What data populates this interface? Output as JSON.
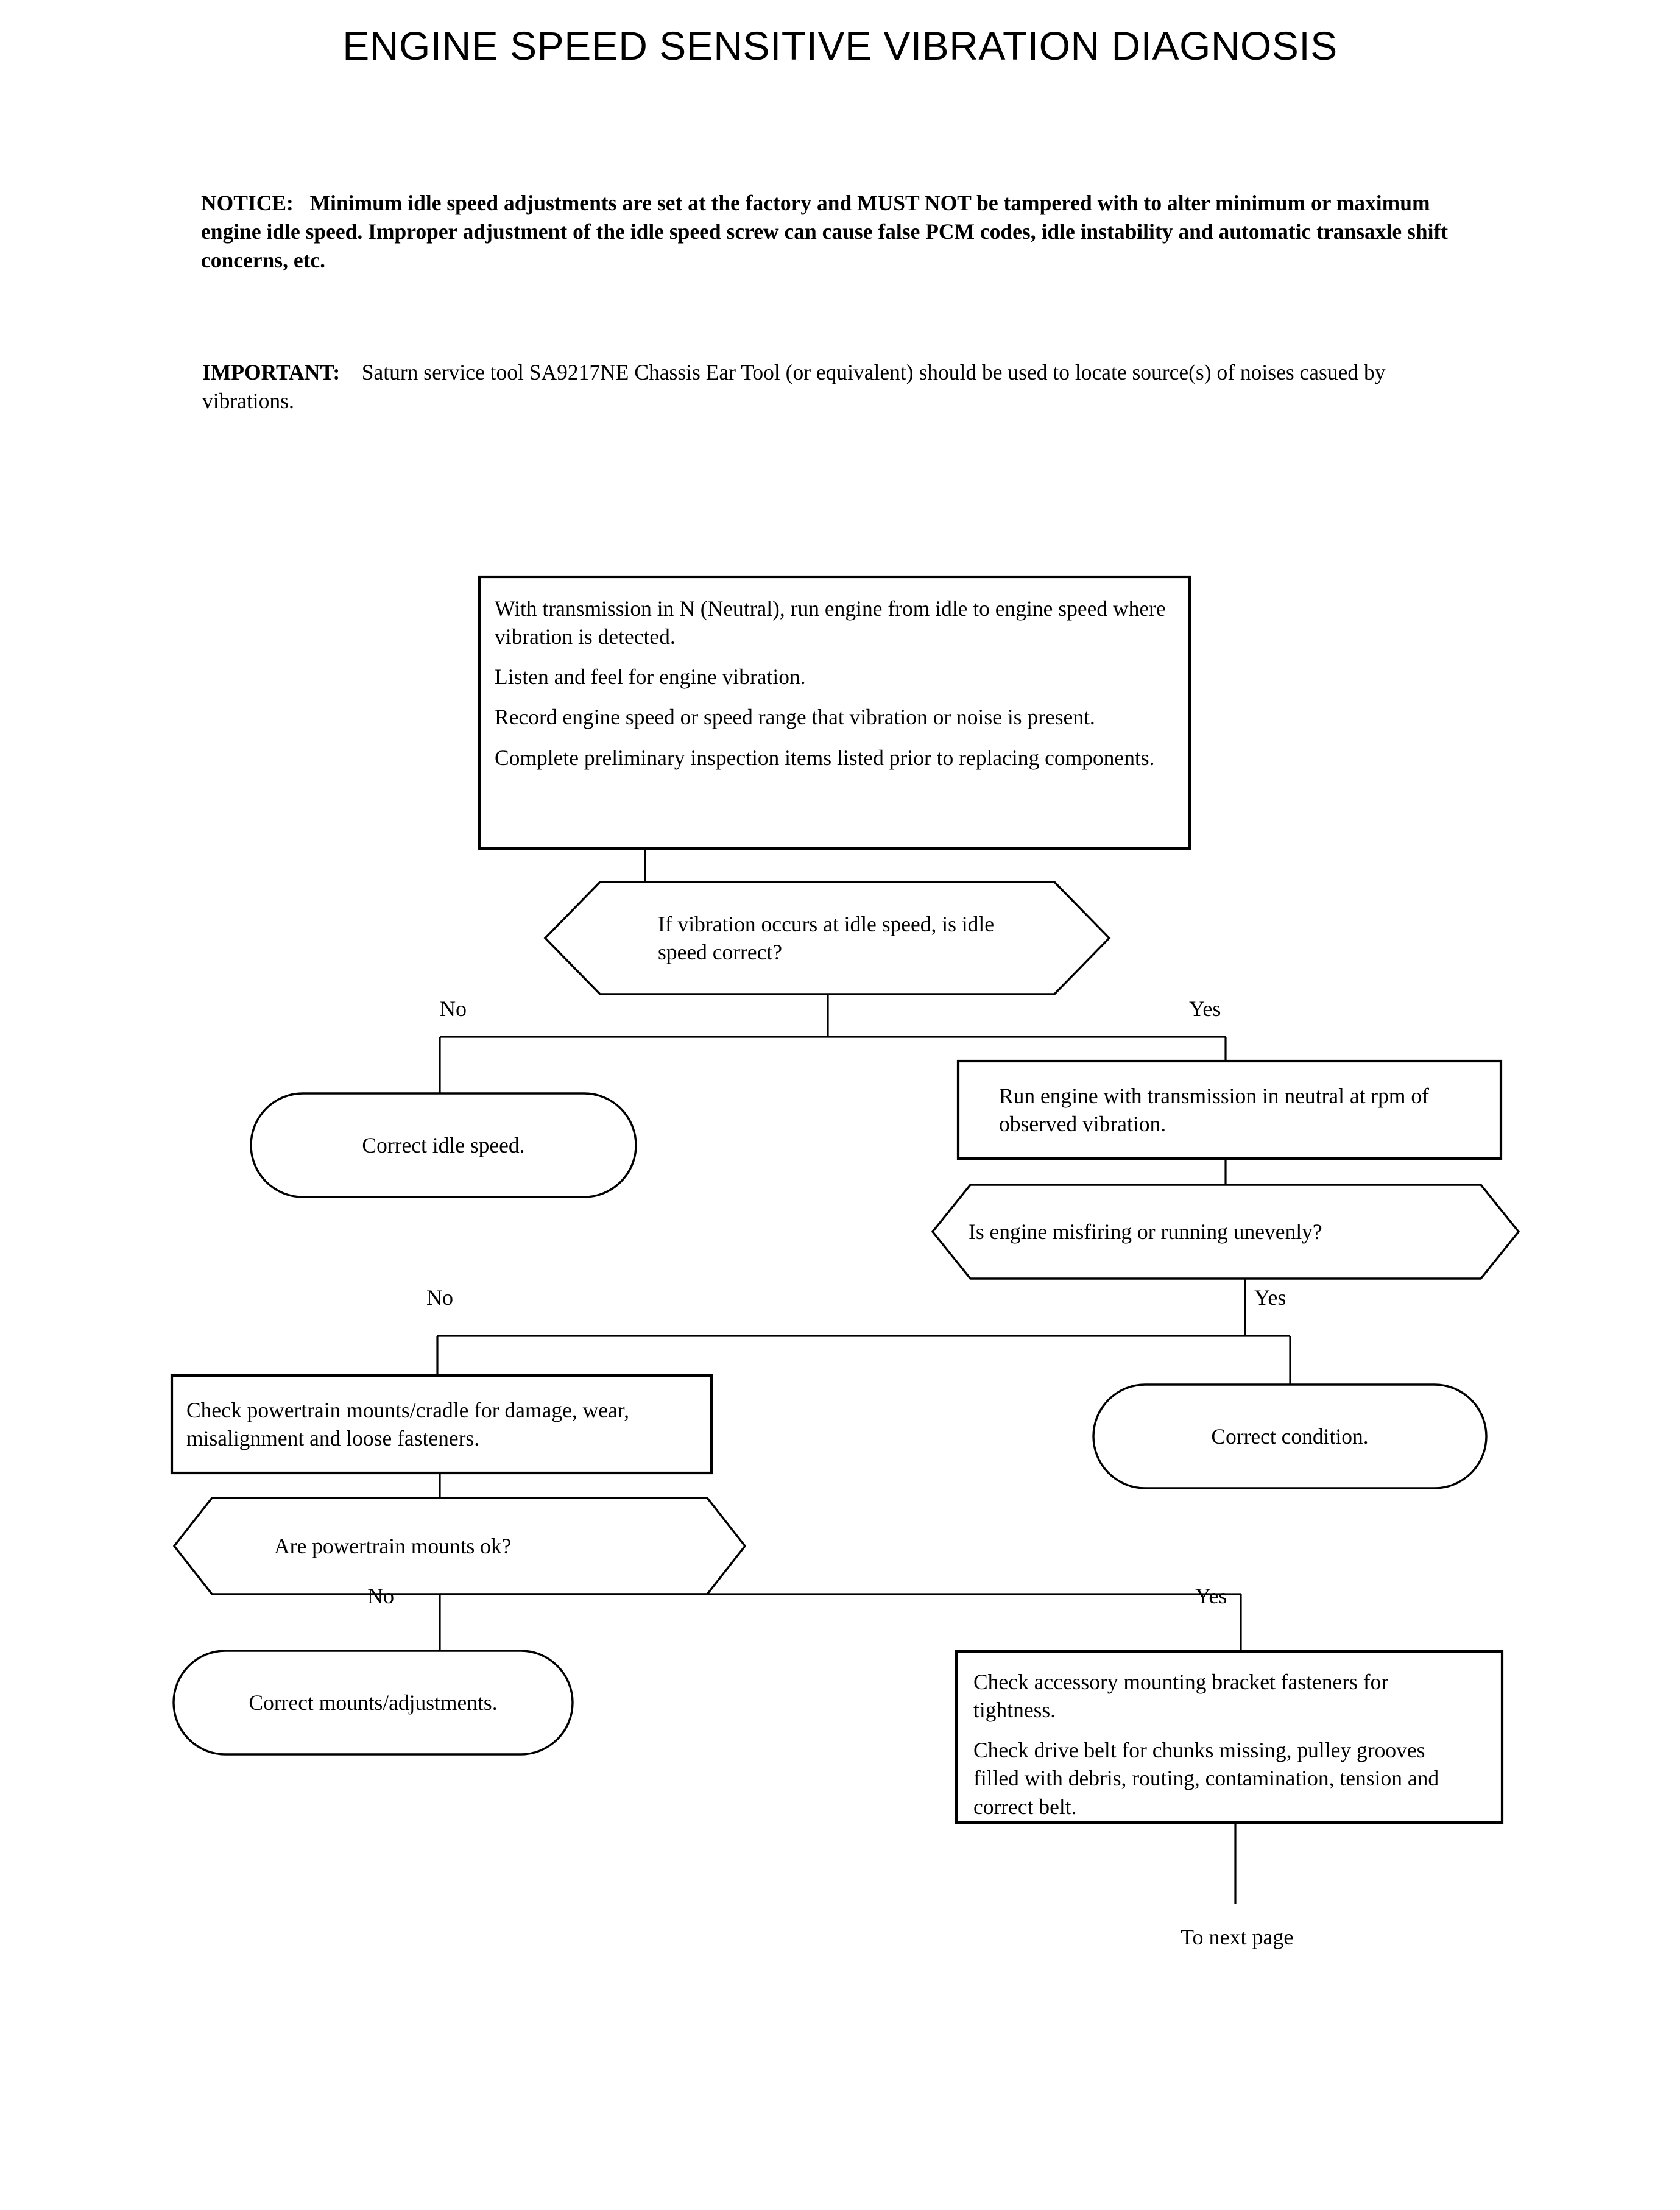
{
  "document": {
    "title": "ENGINE SPEED SENSITIVE VIBRATION DIAGNOSIS",
    "notice": {
      "lead": "NOTICE:",
      "body": "Minimum idle speed adjustments are set at the factory and MUST NOT be tampered with to alter minimum or maximum engine idle speed. Improper adjustment of the idle speed screw can cause false PCM codes, idle instability and automatic transaxle shift concerns, etc."
    },
    "important": {
      "lead": "IMPORTANT:",
      "body": "Saturn service tool SA9217NE Chassis Ear Tool (or equivalent) should be used to locate source(s) of noises casued by vibrations."
    },
    "footer_note": "To next page"
  },
  "colors": {
    "ink": "#000000",
    "paper": "#ffffff",
    "stroke": "#000000"
  },
  "chart_data": {
    "type": "diagram",
    "diagram_kind": "flowchart",
    "title": "ENGINE SPEED SENSITIVE VIBRATION DIAGNOSIS",
    "nodes": [
      {
        "id": "start-process",
        "shape": "rectangle",
        "lines": [
          "With transmission in N (Neutral), run engine from idle to engine speed where vibration is detected.",
          "Listen and feel for engine vibration.",
          "Record engine speed or speed range that vibration or noise is present.",
          "Complete preliminary inspection items listed prior to replacing components."
        ]
      },
      {
        "id": "decision-idle-speed",
        "shape": "hexagon",
        "lines": [
          "If vibration occurs at idle speed, is",
          "idle speed correct?"
        ]
      },
      {
        "id": "correct-idle-speed",
        "shape": "stadium",
        "lines": [
          "Correct idle speed."
        ]
      },
      {
        "id": "run-engine-neutral",
        "shape": "rectangle",
        "lines": [
          "Run engine with transmission in neutral at",
          "rpm of observed vibration."
        ]
      },
      {
        "id": "decision-misfiring",
        "shape": "hexagon",
        "lines": [
          "Is engine misfiring or running unevenly?"
        ]
      },
      {
        "id": "correct-condition",
        "shape": "stadium",
        "lines": [
          "Correct condition."
        ]
      },
      {
        "id": "check-powertrain-mounts",
        "shape": "rectangle",
        "lines": [
          "Check powertrain mounts/cradle for damage,",
          "wear, misalignment and loose fasteners."
        ]
      },
      {
        "id": "decision-mounts-ok",
        "shape": "hexagon",
        "lines": [
          "Are powertrain mounts ok?"
        ]
      },
      {
        "id": "correct-mounts",
        "shape": "stadium",
        "lines": [
          "Correct mounts/adjustments."
        ]
      },
      {
        "id": "check-accessory-bracket",
        "shape": "rectangle",
        "lines": [
          "Check accessory mounting bracket fasteners for tightness.",
          "Check drive belt for chunks missing, pulley grooves filled with debris, routing, contamination, tension and correct belt."
        ]
      }
    ],
    "edges": [
      {
        "from": "start-process",
        "to": "decision-idle-speed",
        "label": ""
      },
      {
        "from": "decision-idle-speed",
        "to": "correct-idle-speed",
        "label": "No"
      },
      {
        "from": "decision-idle-speed",
        "to": "run-engine-neutral",
        "label": "Yes"
      },
      {
        "from": "run-engine-neutral",
        "to": "decision-misfiring",
        "label": ""
      },
      {
        "from": "decision-misfiring",
        "to": "check-powertrain-mounts",
        "label": "No"
      },
      {
        "from": "decision-misfiring",
        "to": "correct-condition",
        "label": "Yes"
      },
      {
        "from": "check-powertrain-mounts",
        "to": "decision-mounts-ok",
        "label": ""
      },
      {
        "from": "decision-mounts-ok",
        "to": "correct-mounts",
        "label": "No"
      },
      {
        "from": "decision-mounts-ok",
        "to": "check-accessory-bracket",
        "label": "Yes"
      },
      {
        "from": "check-accessory-bracket",
        "to": "to-next-page",
        "label": ""
      }
    ]
  },
  "flow": {
    "start_process": {
      "line1": "With transmission in N (Neutral), run engine from idle to engine speed where vibration is detected.",
      "line2": "Listen and feel for engine vibration.",
      "line3": "Record engine speed or speed range that vibration or noise is present.",
      "line4": "Complete preliminary inspection items listed prior to replacing components."
    },
    "decision_idle_speed": {
      "text": "If vibration occurs at idle speed, is idle speed correct?"
    },
    "correct_idle_speed": {
      "text": "Correct idle speed."
    },
    "run_engine_neutral": {
      "text": "Run engine with transmission in neutral at rpm of observed vibration."
    },
    "decision_misfiring": {
      "text": "Is engine misfiring or running unevenly?"
    },
    "correct_condition": {
      "text": "Correct condition."
    },
    "check_powertrain_mounts": {
      "text": "Check powertrain mounts/cradle for damage, wear, misalignment and loose fasteners."
    },
    "decision_mounts_ok": {
      "text": "Are powertrain mounts ok?"
    },
    "correct_mounts": {
      "text": "Correct mounts/adjustments."
    },
    "check_accessory_bracket": {
      "line1": "Check accessory mounting bracket fasteners for tightness.",
      "line2": "Check drive belt for chunks missing, pulley grooves filled with debris, routing, contamination, tension and correct belt."
    },
    "labels": {
      "idle_no": "No",
      "idle_yes": "Yes",
      "misfire_no": "No",
      "misfire_yes": "Yes",
      "mounts_no": "No",
      "mounts_yes": "Yes"
    }
  }
}
